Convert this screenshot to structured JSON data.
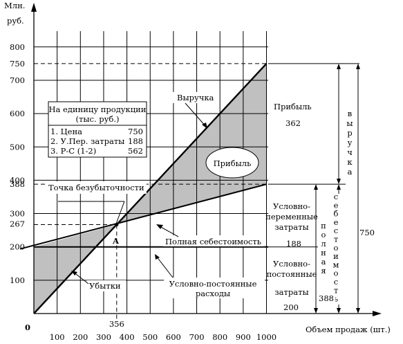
{
  "chart_data": {
    "type": "line",
    "ylabel_line1": "Млн.",
    "ylabel_line2": "руб.",
    "xlabel": "Объем продаж (шт.)",
    "origin_label": "0",
    "xlim": [
      0,
      1000
    ],
    "ylim": [
      0,
      850
    ],
    "x_ticks": [
      100,
      200,
      300,
      400,
      500,
      600,
      700,
      800,
      900,
      1000
    ],
    "y_ticks": [
      100,
      200,
      300,
      400,
      500,
      600,
      700,
      800
    ],
    "y_special": [
      267,
      388,
      750
    ],
    "x_special": 356,
    "x_special_label": "356",
    "series": [
      {
        "name": "Выручка",
        "x": [
          0,
          1000
        ],
        "y": [
          0,
          750
        ]
      },
      {
        "name": "Полная себестоимость",
        "x": [
          0,
          1000
        ],
        "y": [
          200,
          388
        ]
      },
      {
        "name": "Условно-постоянные расходы",
        "x": [
          0,
          1000
        ],
        "y": [
          200,
          200
        ]
      }
    ],
    "breakeven": {
      "x": 356,
      "y": 267,
      "label": "A"
    },
    "info_box": {
      "title_line1": "На единицу продукции",
      "title_line2": "(тыс. руб.)",
      "rows": [
        {
          "label": "1. Цена",
          "value": "750"
        },
        {
          "label": "2. У.Пер. затраты",
          "value": "188"
        },
        {
          "label": "3. Р-С (1-2)",
          "value": "562"
        }
      ]
    },
    "annotations": {
      "revenue": "Выручка",
      "breakeven_point": "Точка безубыточности",
      "total_cost": "Полная себестоимость",
      "fixed_costs_line1": "Условно-постоянные",
      "fixed_costs_line2": "расходы",
      "losses": "Убытки",
      "profit_ellipse": "Прибыль",
      "point_a": "A"
    },
    "right_panel": {
      "profit_label": "Прибыль",
      "profit_value": "362",
      "variable_line1": "Условно-",
      "variable_line2": "переменные",
      "variable_line3": "затраты",
      "variable_value": "188",
      "fixed_line1": "Условно-",
      "fixed_line2": "постоянные",
      "fixed_line3": "затраты",
      "fixed_value": "200",
      "cost_brace_value": "388",
      "full_vertical": "полная",
      "cost_vertical": "себестоимость",
      "revenue_vertical": "выручка",
      "revenue_brace_value": "750"
    },
    "colors": {
      "shade": "#c0c0c0",
      "lines": "#000000",
      "background": "#ffffff"
    }
  }
}
